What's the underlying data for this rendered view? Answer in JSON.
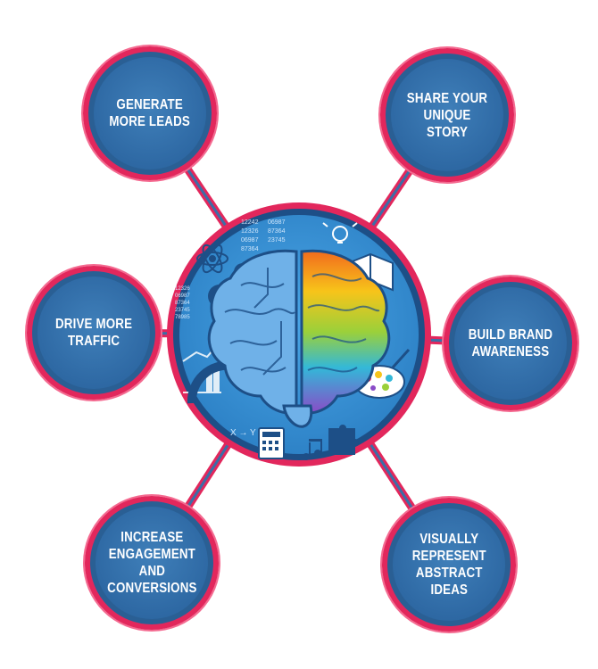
{
  "nodes": [
    {
      "label": "GENERATE\nMORE LEADS"
    },
    {
      "label": "SHARE YOUR\nUNIQUE STORY"
    },
    {
      "label": "DRIVE MORE\nTRAFFIC"
    },
    {
      "label": "BUILD BRAND\nAWARENESS"
    },
    {
      "label": "INCREASE\nENGAGEMENT\nAND\nCONVERSIONS"
    },
    {
      "label": "VISUALLY\nREPRESENT\nABSTRACT\nIDEAS"
    }
  ],
  "center": {
    "numbers": [
      "12242",
      "06987",
      "12326",
      "87364",
      "06987",
      "23745",
      "87364"
    ],
    "numbers_left": [
      "12326",
      "06987",
      "87364",
      "23745",
      "78985"
    ],
    "axis_label": "X → Y"
  },
  "colors": {
    "accent": "#e2275c",
    "node_fill": "#2f6aa5",
    "center_fill": "#3a92d6",
    "text": "#ffffff"
  }
}
